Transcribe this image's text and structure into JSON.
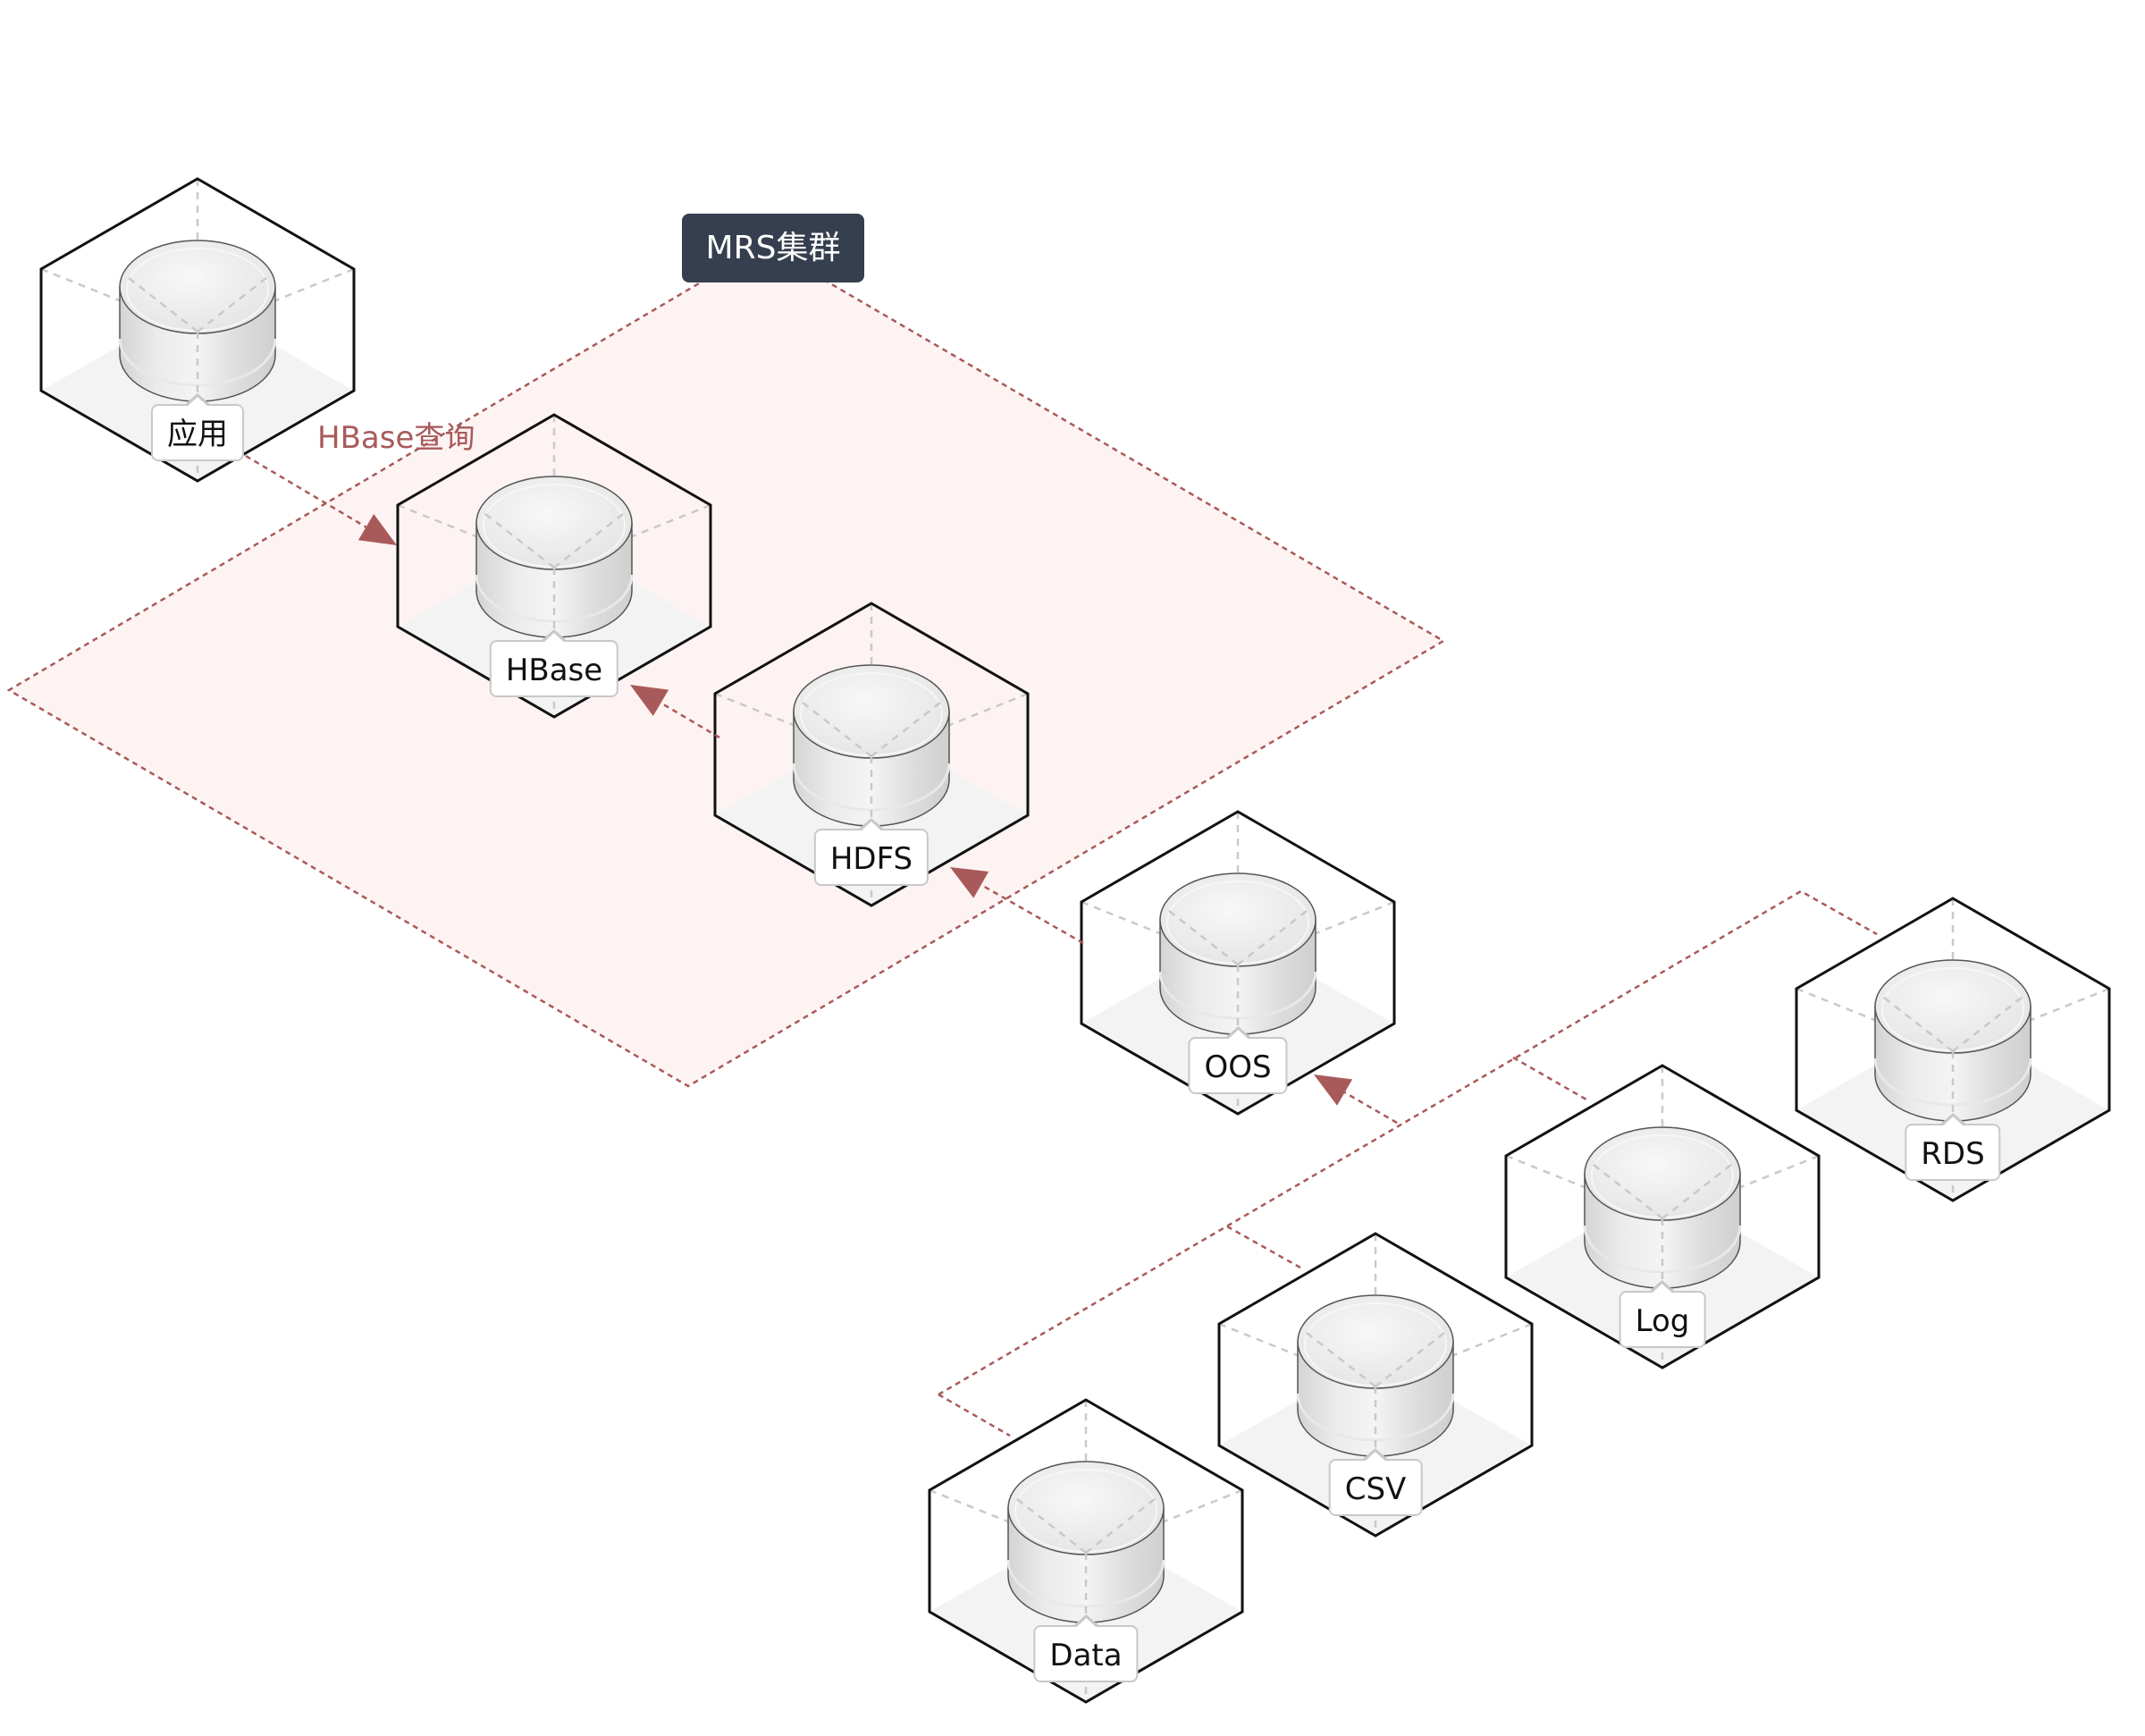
{
  "diagram": {
    "group": {
      "title": "MRS集群",
      "fill": "#fdf3f2",
      "stroke": "#a85a5a"
    },
    "edge_color": "#a85a5a",
    "nodes": [
      {
        "id": "app",
        "label": "应用",
        "shape": "database-cylinder-in-cube"
      },
      {
        "id": "hbase",
        "label": "HBase",
        "shape": "database-cylinder-in-cube"
      },
      {
        "id": "hdfs",
        "label": "HDFS",
        "shape": "database-cylinder-in-cube"
      },
      {
        "id": "oos",
        "label": "OOS",
        "shape": "database-cylinder-in-cube"
      },
      {
        "id": "rds",
        "label": "RDS",
        "shape": "database-cylinder-in-cube"
      },
      {
        "id": "log",
        "label": "Log",
        "shape": "database-cylinder-in-cube"
      },
      {
        "id": "csv",
        "label": "CSV",
        "shape": "database-cylinder-in-cube"
      },
      {
        "id": "data",
        "label": "Data",
        "shape": "database-cylinder-in-cube"
      }
    ],
    "edges": [
      {
        "from": "app",
        "to": "hbase",
        "label": "HBase查询",
        "style": "dashed-arrow"
      },
      {
        "from": "hdfs",
        "to": "hbase",
        "label": "",
        "style": "dashed-arrow"
      },
      {
        "from": "oos",
        "to": "hdfs",
        "label": "",
        "style": "dashed-arrow"
      },
      {
        "from": "sources",
        "to": "oos",
        "label": "",
        "style": "dashed-arrow"
      }
    ],
    "source_group_members": [
      "rds",
      "log",
      "csv",
      "data"
    ]
  }
}
